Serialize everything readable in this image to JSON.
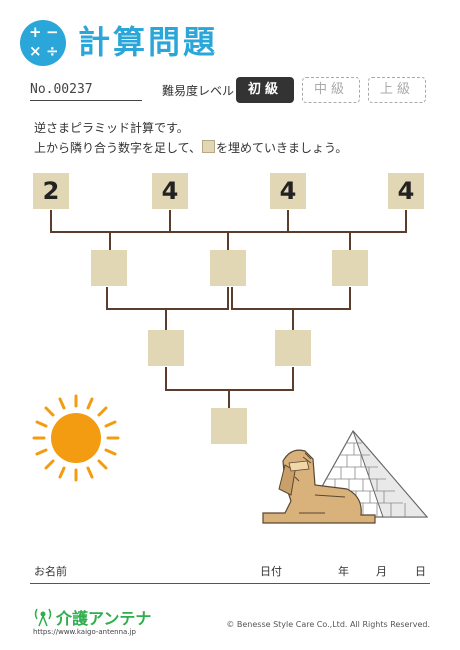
{
  "header": {
    "title": "計算問題",
    "icon_symbols": [
      "+",
      "−",
      "×",
      "÷"
    ],
    "icon_name": "math-operations-icon",
    "accent_color": "#2aa7d8"
  },
  "problem_no": "No.00237",
  "difficulty": {
    "label": "難易度レベル",
    "levels": [
      {
        "label": "初級",
        "active": true
      },
      {
        "label": "中級",
        "active": false
      },
      {
        "label": "上級",
        "active": false
      }
    ]
  },
  "instructions": {
    "line1": "逆さまピラミッド計算です。",
    "line2_before": "上から隣り合う数字を足して、",
    "line2_after": "を埋めていきましょう。"
  },
  "pyramid": {
    "row1": [
      "2",
      "4",
      "4",
      "4"
    ],
    "row2": [
      "",
      "",
      ""
    ],
    "row3": [
      "",
      ""
    ],
    "row4": [
      ""
    ],
    "cell_color": "#e2d7b5"
  },
  "illustrations": [
    "sun-illustration",
    "sphinx-illustration",
    "pyramid-illustration"
  ],
  "footer": {
    "name_label": "お名前",
    "date_label": "日付",
    "year_label": "年",
    "month_label": "月",
    "day_label": "日"
  },
  "brand": {
    "name": "介護アンテナ",
    "url": "https://www.kaigo-antenna.jp",
    "color": "#2fae4e"
  },
  "copyright": "© Benesse Style Care Co.,Ltd. All Rights Reserved."
}
